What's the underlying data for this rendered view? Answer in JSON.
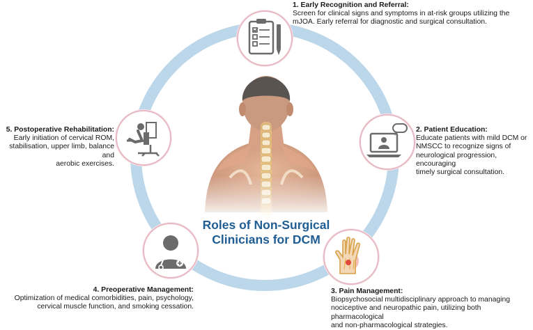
{
  "center_title": {
    "line1": "Roles of Non-Surgical",
    "line2": "Clinicians for DCM"
  },
  "colors": {
    "ring": "#bcd6ea",
    "node_border": "#e7b7c2",
    "title": "#1f5d93",
    "icon": "#6b6b6b",
    "pain_highlight": "#e0483a"
  },
  "steps": [
    {
      "title": "1. Early Recognition and Referral:",
      "lines": [
        "Screen for clinical signs and symptoms in at-risk groups utilizing the",
        "mJOA. Early referral for diagnostic and surgical consultation."
      ],
      "icon": "clipboard-checklist-icon"
    },
    {
      "title": "2. Patient Education:",
      "lines": [
        "Educate patients with mild DCM or",
        "NMSCC to recognize signs of",
        "neurological progression, encouraging",
        "timely surgical consultation."
      ],
      "icon": "laptop-telehealth-icon"
    },
    {
      "title": "3. Pain Management:",
      "lines": [
        "Biopsychosocial multidisciplinary approach to managing",
        "nociceptive and neuropathic pain, utilizing both pharmacological",
        "and non-pharmacological strategies."
      ],
      "icon": "hand-pain-icon"
    },
    {
      "title": "4. Preoperative Management:",
      "lines": [
        "Optimization of medical comorbidities, pain, psychology,",
        "cervical muscle function, and smoking cessation."
      ],
      "icon": "doctor-icon"
    },
    {
      "title": "5. Postoperative Rehabilitation:",
      "lines": [
        "Early initiation of cervical ROM,",
        "stabilisation, upper limb, balance and",
        "aerobic exercises."
      ],
      "icon": "exercise-machine-icon"
    }
  ]
}
